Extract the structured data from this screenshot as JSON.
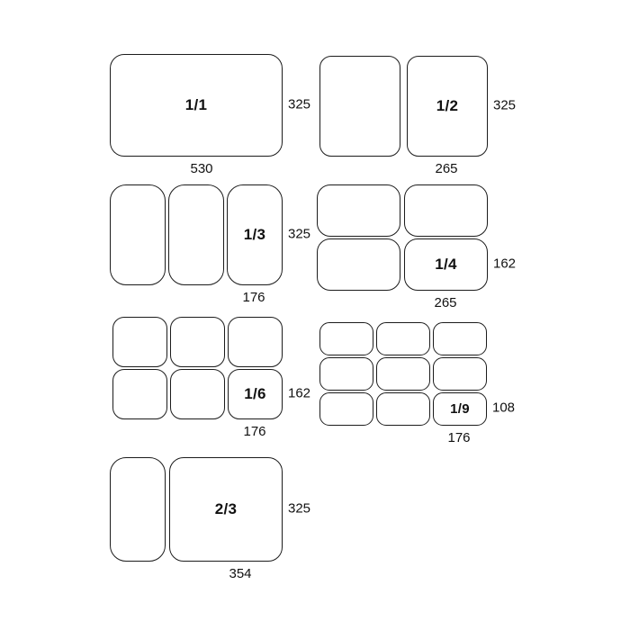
{
  "pans": {
    "gn11": {
      "label": "1/1",
      "side_dim": "325",
      "bottom_dim": "530"
    },
    "gn12": {
      "label": "1/2",
      "side_dim": "325",
      "bottom_dim": "265"
    },
    "gn13": {
      "label": "1/3",
      "side_dim": "325",
      "bottom_dim": "176"
    },
    "gn14": {
      "label": "1/4",
      "side_dim": "162",
      "bottom_dim": "265"
    },
    "gn16": {
      "label": "1/6",
      "side_dim": "162",
      "bottom_dim": "176"
    },
    "gn19": {
      "label": "1/9",
      "side_dim": "108",
      "bottom_dim": "176"
    },
    "gn23": {
      "label": "2/3",
      "side_dim": "325",
      "bottom_dim": "354"
    }
  }
}
